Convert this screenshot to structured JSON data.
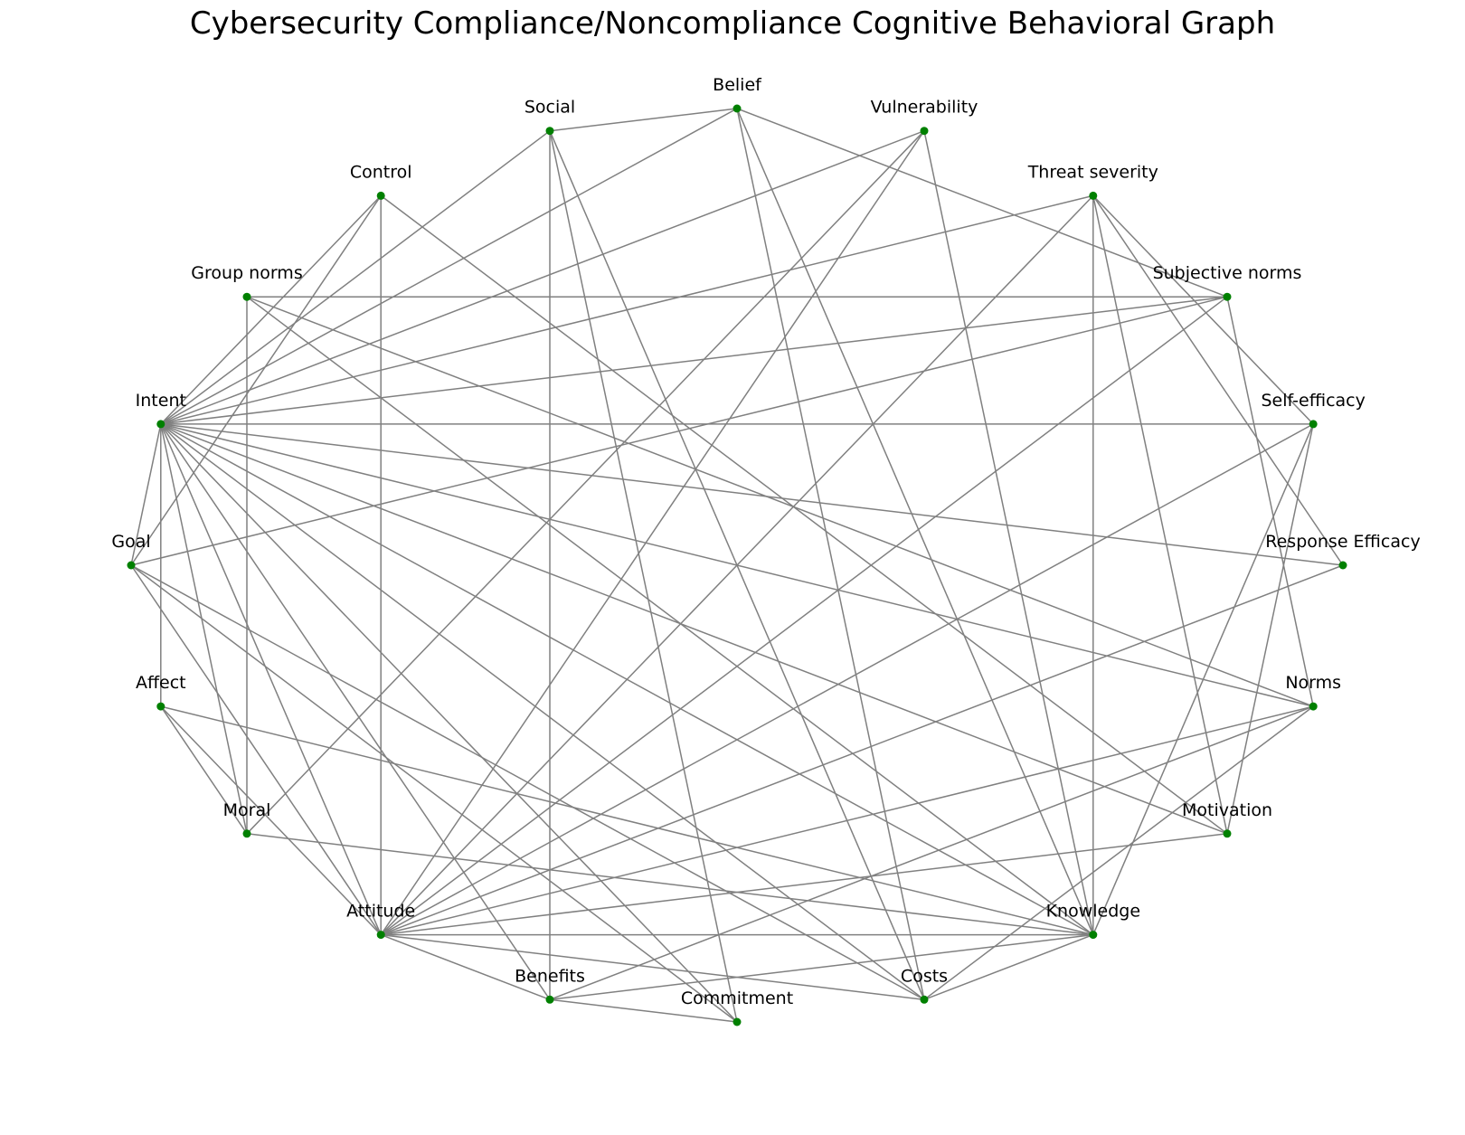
{
  "title": "Cybersecurity Compliance/Noncompliance Cognitive Behavioral Graph",
  "colors": {
    "node": "#008000",
    "edge": "#808080",
    "text": "#000000",
    "background": "#ffffff"
  },
  "nodes": [
    {
      "id": "Belief",
      "label": "Belief"
    },
    {
      "id": "Vulnerability",
      "label": "Vulnerability"
    },
    {
      "id": "Threat severity",
      "label": "Threat severity"
    },
    {
      "id": "Subjective norms",
      "label": "Subjective norms"
    },
    {
      "id": "Self-efficacy",
      "label": "Self-efficacy"
    },
    {
      "id": "Response Efficacy",
      "label": "Response Efficacy"
    },
    {
      "id": "Norms",
      "label": "Norms"
    },
    {
      "id": "Motivation",
      "label": "Motivation"
    },
    {
      "id": "Knowledge",
      "label": "Knowledge"
    },
    {
      "id": "Costs",
      "label": "Costs"
    },
    {
      "id": "Commitment",
      "label": "Commitment"
    },
    {
      "id": "Benefits",
      "label": "Benefits"
    },
    {
      "id": "Attitude",
      "label": "Attitude"
    },
    {
      "id": "Moral",
      "label": "Moral"
    },
    {
      "id": "Affect",
      "label": "Affect"
    },
    {
      "id": "Goal",
      "label": "Goal"
    },
    {
      "id": "Intent",
      "label": "Intent"
    },
    {
      "id": "Group norms",
      "label": "Group norms"
    },
    {
      "id": "Control",
      "label": "Control"
    },
    {
      "id": "Social",
      "label": "Social"
    }
  ],
  "edges": [
    [
      "Intent",
      "Control"
    ],
    [
      "Intent",
      "Social"
    ],
    [
      "Intent",
      "Belief"
    ],
    [
      "Intent",
      "Vulnerability"
    ],
    [
      "Intent",
      "Threat severity"
    ],
    [
      "Intent",
      "Subjective norms"
    ],
    [
      "Intent",
      "Self-efficacy"
    ],
    [
      "Intent",
      "Response Efficacy"
    ],
    [
      "Intent",
      "Norms"
    ],
    [
      "Intent",
      "Motivation"
    ],
    [
      "Intent",
      "Knowledge"
    ],
    [
      "Intent",
      "Costs"
    ],
    [
      "Intent",
      "Commitment"
    ],
    [
      "Intent",
      "Benefits"
    ],
    [
      "Intent",
      "Attitude"
    ],
    [
      "Intent",
      "Moral"
    ],
    [
      "Intent",
      "Affect"
    ],
    [
      "Intent",
      "Goal"
    ],
    [
      "Goal",
      "Control"
    ],
    [
      "Goal",
      "Subjective norms"
    ],
    [
      "Goal",
      "Attitude"
    ],
    [
      "Goal",
      "Costs"
    ],
    [
      "Goal",
      "Commitment"
    ],
    [
      "Affect",
      "Moral"
    ],
    [
      "Affect",
      "Attitude"
    ],
    [
      "Affect",
      "Knowledge"
    ],
    [
      "Moral",
      "Group norms"
    ],
    [
      "Moral",
      "Vulnerability"
    ],
    [
      "Moral",
      "Knowledge"
    ],
    [
      "Group norms",
      "Subjective norms"
    ],
    [
      "Group norms",
      "Norms"
    ],
    [
      "Group norms",
      "Knowledge"
    ],
    [
      "Control",
      "Attitude"
    ],
    [
      "Control",
      "Motivation"
    ],
    [
      "Social",
      "Belief"
    ],
    [
      "Social",
      "Benefits"
    ],
    [
      "Social",
      "Commitment"
    ],
    [
      "Social",
      "Costs"
    ],
    [
      "Belief",
      "Subjective norms"
    ],
    [
      "Belief",
      "Costs"
    ],
    [
      "Belief",
      "Knowledge"
    ],
    [
      "Vulnerability",
      "Attitude"
    ],
    [
      "Vulnerability",
      "Knowledge"
    ],
    [
      "Threat severity",
      "Attitude"
    ],
    [
      "Threat severity",
      "Knowledge"
    ],
    [
      "Threat severity",
      "Self-efficacy"
    ],
    [
      "Threat severity",
      "Response Efficacy"
    ],
    [
      "Threat severity",
      "Motivation"
    ],
    [
      "Subjective norms",
      "Attitude"
    ],
    [
      "Subjective norms",
      "Norms"
    ],
    [
      "Self-efficacy",
      "Attitude"
    ],
    [
      "Self-efficacy",
      "Motivation"
    ],
    [
      "Self-efficacy",
      "Knowledge"
    ],
    [
      "Response Efficacy",
      "Attitude"
    ],
    [
      "Norms",
      "Attitude"
    ],
    [
      "Norms",
      "Benefits"
    ],
    [
      "Norms",
      "Costs"
    ],
    [
      "Motivation",
      "Attitude"
    ],
    [
      "Attitude",
      "Knowledge"
    ],
    [
      "Attitude",
      "Benefits"
    ],
    [
      "Attitude",
      "Costs"
    ],
    [
      "Knowledge",
      "Benefits"
    ],
    [
      "Knowledge",
      "Costs"
    ],
    [
      "Benefits",
      "Commitment"
    ]
  ]
}
